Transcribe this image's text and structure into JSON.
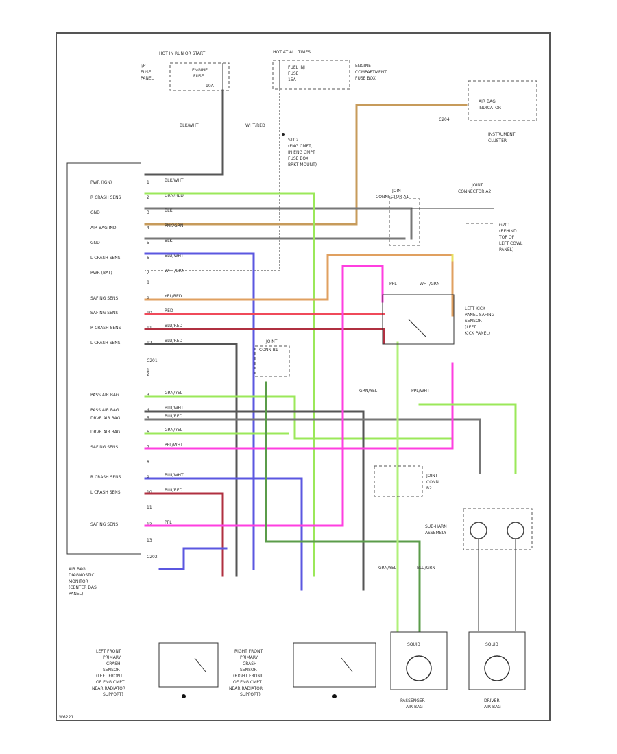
{
  "fuse_blocks": {
    "left_top": {
      "label": "HOT IN RUN OR START",
      "lines": [
        "I/P",
        "FUSE",
        "PANEL"
      ],
      "inner": [
        "ENGINE",
        "FUSE",
        "10A"
      ]
    },
    "right_top": {
      "label": "HOT AT ALL TIMES",
      "lines": [
        "ENGINE",
        "COMPARTMENT",
        "FUSE BOX"
      ],
      "inner": [
        "FUEL INJ",
        "FUSE",
        "15A"
      ]
    }
  },
  "splice": [
    "S102",
    "(ENG CMPT,",
    "IN ENG CMPT",
    "FUSE BOX",
    "BRKT MOUNT)"
  ],
  "wire_tags": {
    "blk_wht": "BLK/WHT",
    "wht_red": "WHT/RED"
  },
  "air_bag_indicator": [
    "AIR BAG",
    "INDICATOR"
  ],
  "instrument_cluster": [
    "INSTRUMENT",
    "CLUSTER"
  ],
  "c204": "C204",
  "joint_connector_a": [
    "JOINT",
    "CONNECTOR A1"
  ],
  "joint_connector_b": [
    "JOINT",
    "CONNECTOR A2"
  ],
  "grd_label": [
    "G201",
    "(BEHIND",
    "TOP OF",
    "LEFT COWL",
    "PANEL)"
  ],
  "module": {
    "label": [
      "AIR BAG",
      "DIAGNOSTIC",
      "MONITOR",
      "(CENTER DASH",
      "PANEL)"
    ],
    "c201": "C201",
    "c202": "C202",
    "pins": [
      "PWR (IGN)",
      "R CRASH SENS",
      "GND",
      "AIR BAG IND",
      "GND",
      "L CRASH SENS",
      "PWR (BAT)",
      "",
      "SAFING SENS",
      "SAFING SENS",
      "R CRASH SENS",
      "L CRASH SENS",
      "",
      "",
      "PASS AIR BAG",
      "PASS AIR BAG",
      "DRVR AIR BAG",
      "DRVR AIR BAG",
      "SAFING SENS",
      "",
      "R CRASH SENS",
      "L CRASH SENS",
      "",
      "SAFING SENS",
      ""
    ],
    "pin_numbers": [
      "1",
      "2",
      "3",
      "4",
      "5",
      "6",
      "7",
      "8",
      "9",
      "10",
      "11",
      "12",
      "1",
      "2",
      "3",
      "4",
      "5",
      "6",
      "7",
      "8",
      "9",
      "10",
      "11",
      "12",
      "13"
    ]
  },
  "wire_labels": [
    "BLK/WHT",
    "GRN/RED",
    "BLK",
    "PNK/GRN",
    "BLK",
    "BLU/WHT",
    "WHT/GRN",
    "",
    "YEL/RED",
    "RED",
    "BLU/RED",
    "BLU/RED",
    "",
    "",
    "GRN/YEL",
    "BLU/WHT",
    "BLU/RED",
    "GRN/YEL",
    "PPL/WHT",
    "",
    "BLU/WHT",
    "BLU/RED",
    "",
    "PPL",
    ""
  ],
  "joint_connector_b2": [
    "JOINT",
    "CONN B1"
  ],
  "joint_connector_c": [
    "JOINT",
    "CONN",
    "B2"
  ],
  "safing_sensor": {
    "label": [
      "LEFT KICK",
      "PANEL SAFING",
      "SENSOR",
      "(LEFT",
      "KICK PANEL)"
    ],
    "tags": [
      "PPL",
      "WHT/GRN"
    ]
  },
  "mid_labels": {
    "grn_yel": "GRN/YEL",
    "ppl_wht": "PPL/WHT"
  },
  "clock_spring": {
    "label": [
      "SUB-HARN",
      "ASSEMBLY"
    ]
  },
  "sensor_left": [
    "LEFT FRONT",
    "PRIMARY",
    "CRASH",
    "SENSOR",
    "(LEFT FRONT",
    "OF ENG CMPT",
    "NEAR RADIATOR",
    "SUPPORT)"
  ],
  "sensor_right": [
    "RIGHT FRONT",
    "PRIMARY",
    "CRASH",
    "SENSOR",
    "(RIGHT FRONT",
    "OF ENG CMPT",
    "NEAR RADIATOR",
    "SUPPORT)"
  ],
  "passenger_airbag": [
    "PASSENGER",
    "AIR BAG"
  ],
  "driver_airbag": [
    "DRIVER",
    "AIR BAG"
  ],
  "squib_tag": "SQUIB",
  "lower_tags": [
    "GRN/YEL",
    "BLU/GRN"
  ],
  "footer": "W6221"
}
